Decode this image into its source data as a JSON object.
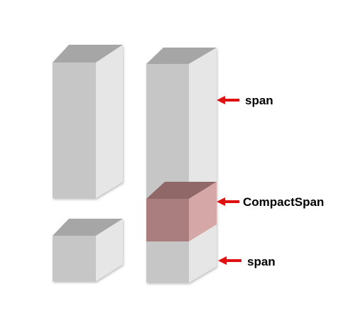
{
  "diagram": {
    "labels": {
      "top_span": "span",
      "compact_span": "CompactSpan",
      "bottom_span": "span"
    },
    "colors": {
      "face_top": "#a6a6a6",
      "face_front": "#c6c6c6",
      "face_side": "#e6e6e6",
      "compact_top": "#916868",
      "compact_front": "#aa7e7e",
      "compact_side": "#d5a7a7",
      "arrow": "#e01010"
    }
  }
}
